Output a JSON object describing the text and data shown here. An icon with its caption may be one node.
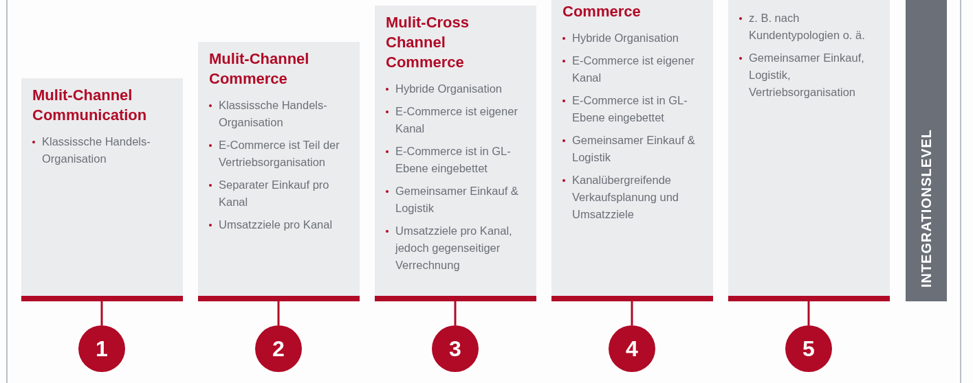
{
  "diagram": {
    "nodes": [
      {
        "text": [
          "Mulit-Channel Communication",
          "Klassissche Handels-Organisation"
        ]
      },
      {
        "text": [
          "Mulit-Channel Commerce",
          "Klassissche Handels-Organisation",
          "E-Commerce ist Teil der Vertriebsorganisation",
          "Separater Einkauf pro Kanal",
          "Umsatzziele pro Kanal"
        ]
      },
      {
        "text": [
          "Mulit-Cross Channel Commerce",
          "Hybride Organisation",
          "E-Commerce ist eigener Kanal",
          "E-Commerce ist in GL-Ebene eingebettet",
          "Gemeinsamer Einkauf & Logistik",
          "Umsatzziele pro Kanal, jedoch gegenseitiger Verrechnung"
        ]
      },
      {
        "text": [
          "Commerce",
          "Hybride Organisation",
          "E-Commerce ist eigener Kanal",
          "E-Commerce ist in GL-Ebene eingebettet",
          "Gemeinsamer Einkauf & Logistik",
          "Kanalübergreifende Verkaufsplanung und Umsatzziele"
        ]
      },
      {
        "text": [
          "z. B. nach Kundentypologien o. ä.",
          "Gemeinsamer Einkauf, Logistik, Vertriebsorganisation"
        ]
      },
      {
        "text": [
          "1"
        ]
      },
      {
        "text": [
          "2"
        ]
      },
      {
        "text": [
          "3"
        ]
      },
      {
        "text": [
          "4"
        ]
      },
      {
        "text": [
          "5"
        ]
      },
      {
        "text": [
          "INTEGRATIONSLEVEL"
        ]
      }
    ],
    "edges": [
      {
        "from": 0,
        "to": 5,
        "arrow": "none"
      },
      {
        "from": 1,
        "to": 6,
        "arrow": "none"
      },
      {
        "from": 2,
        "to": 7,
        "arrow": "none"
      },
      {
        "from": 3,
        "to": 8,
        "arrow": "none"
      },
      {
        "from": 4,
        "to": 9,
        "arrow": "none"
      }
    ]
  }
}
